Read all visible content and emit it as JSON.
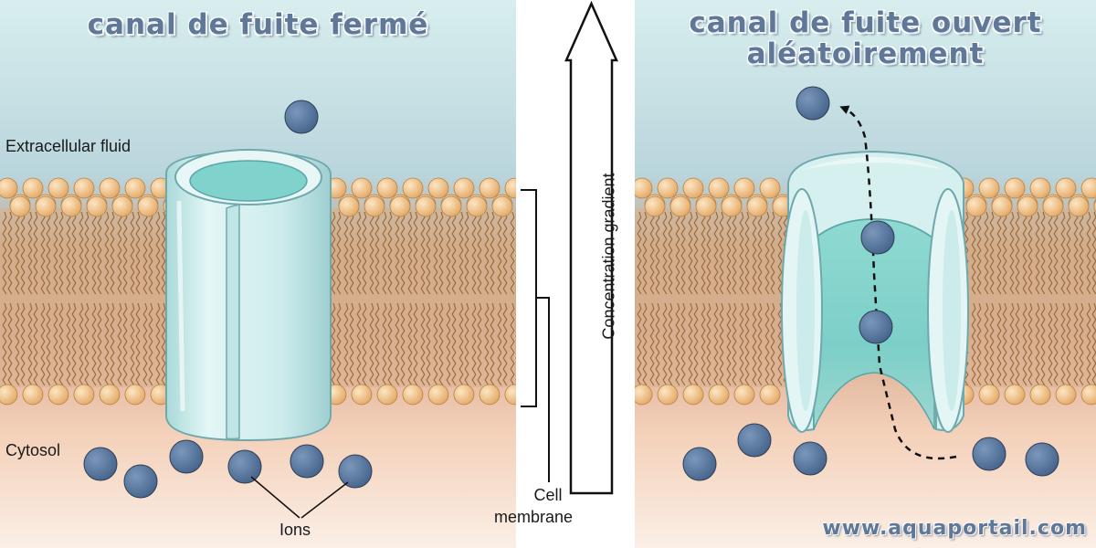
{
  "titles": {
    "left": "canal de fuite fermé",
    "right": "canal de fuite ouvert aléatoirement"
  },
  "labels": {
    "extracellular": "Extracellular fluid",
    "cytosol": "Cytosol",
    "ions": "Ions",
    "cell": "Cell",
    "membrane": "membrane",
    "gradient": "Concentration gradient"
  },
  "watermark": "www.aquaportail.com",
  "colors": {
    "ion": "#5b7aa0",
    "channel": "#c9ecec",
    "channel_inner": "#7fd3cc",
    "lipid_head": "#f3c591",
    "tail": "#9a6b3c",
    "extracellular_top": "#c7e6e6",
    "cytosol_bottom": "#f8e6d8",
    "title": "#5f7898"
  }
}
